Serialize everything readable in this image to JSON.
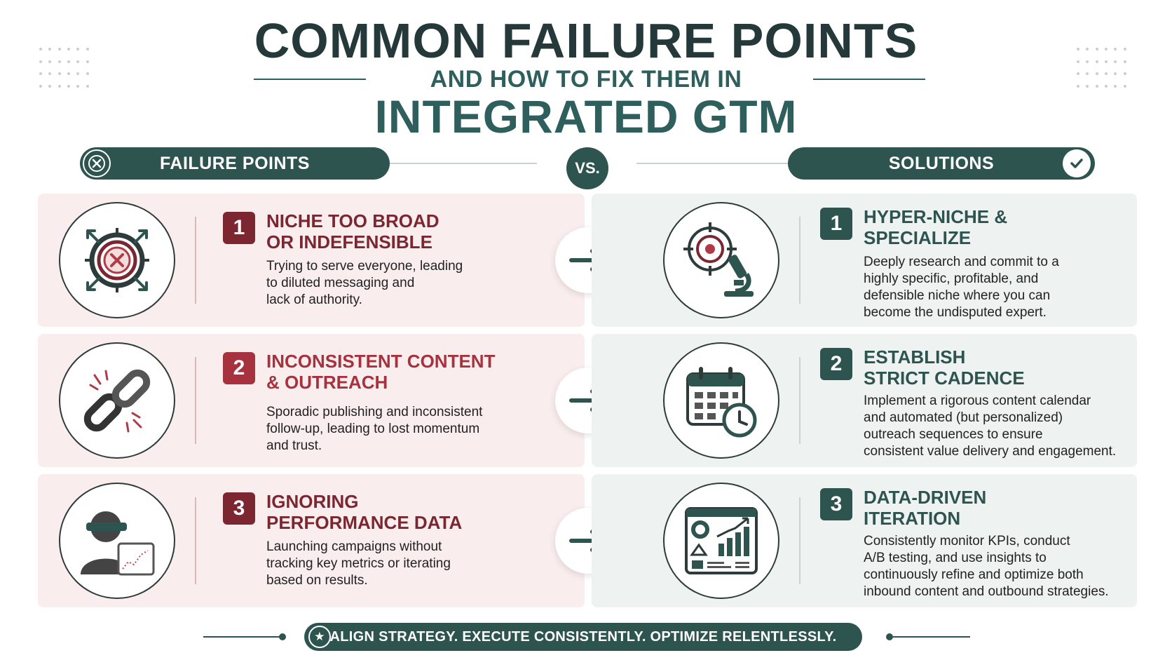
{
  "header": {
    "title_line1": "COMMON FAILURE POINTS",
    "title_line2": "AND HOW TO FIX THEM IN",
    "title_line3": "INTEGRATED GTM"
  },
  "columns": {
    "failure_label": "FAILURE POINTS",
    "vs_label": "VS.",
    "solution_label": "SOLUTIONS"
  },
  "failures": [
    {
      "number": "1",
      "title": "NICHE TOO BROAD\nOR INDEFENSIBLE",
      "body": "Trying to serve everyone, leading\nto diluted messaging and\nlack of authority.",
      "icon": "target-x-icon"
    },
    {
      "number": "2",
      "title": "INCONSISTENT CONTENT\n& OUTREACH",
      "body": "Sporadic publishing and inconsistent\nfollow-up, leading to lost momentum\nand trust.",
      "icon": "broken-chain-icon"
    },
    {
      "number": "3",
      "title": "IGNORING\nPERFORMANCE DATA",
      "body": "Launching campaigns without\ntracking key metrics or iterating\nbased on results.",
      "icon": "blindfolded-person-icon"
    }
  ],
  "solutions": [
    {
      "number": "1",
      "title": "HYPER-NICHE &\nSPECIALIZE",
      "body": "Deeply research and commit to a\nhighly specific, profitable, and\ndefensible niche where you can\nbecome the undisputed expert.",
      "icon": "crosshair-microscope-icon"
    },
    {
      "number": "2",
      "title": "ESTABLISH\nSTRICT CADENCE",
      "body": "Implement a rigorous content calendar\nand automated (but personalized)\noutreach sequences to ensure\nconsistent value delivery and engagement.",
      "icon": "calendar-clock-icon"
    },
    {
      "number": "3",
      "title": "DATA-DRIVEN\nITERATION",
      "body": "Consistently monitor KPIs, conduct\nA/B testing, and use insights to\ncontinuously refine and optimize both\ninbound content and outbound strategies.",
      "icon": "dashboard-chart-icon"
    }
  ],
  "footer": {
    "tagline": "ALIGN STRATEGY. EXECUTE CONSISTENTLY. OPTIMIZE RELENTLESSLY."
  },
  "colors": {
    "teal": "#2e5450",
    "maroon": "#7b2631",
    "failure_bg": "#f9eded",
    "solution_bg": "#eef2f1"
  }
}
